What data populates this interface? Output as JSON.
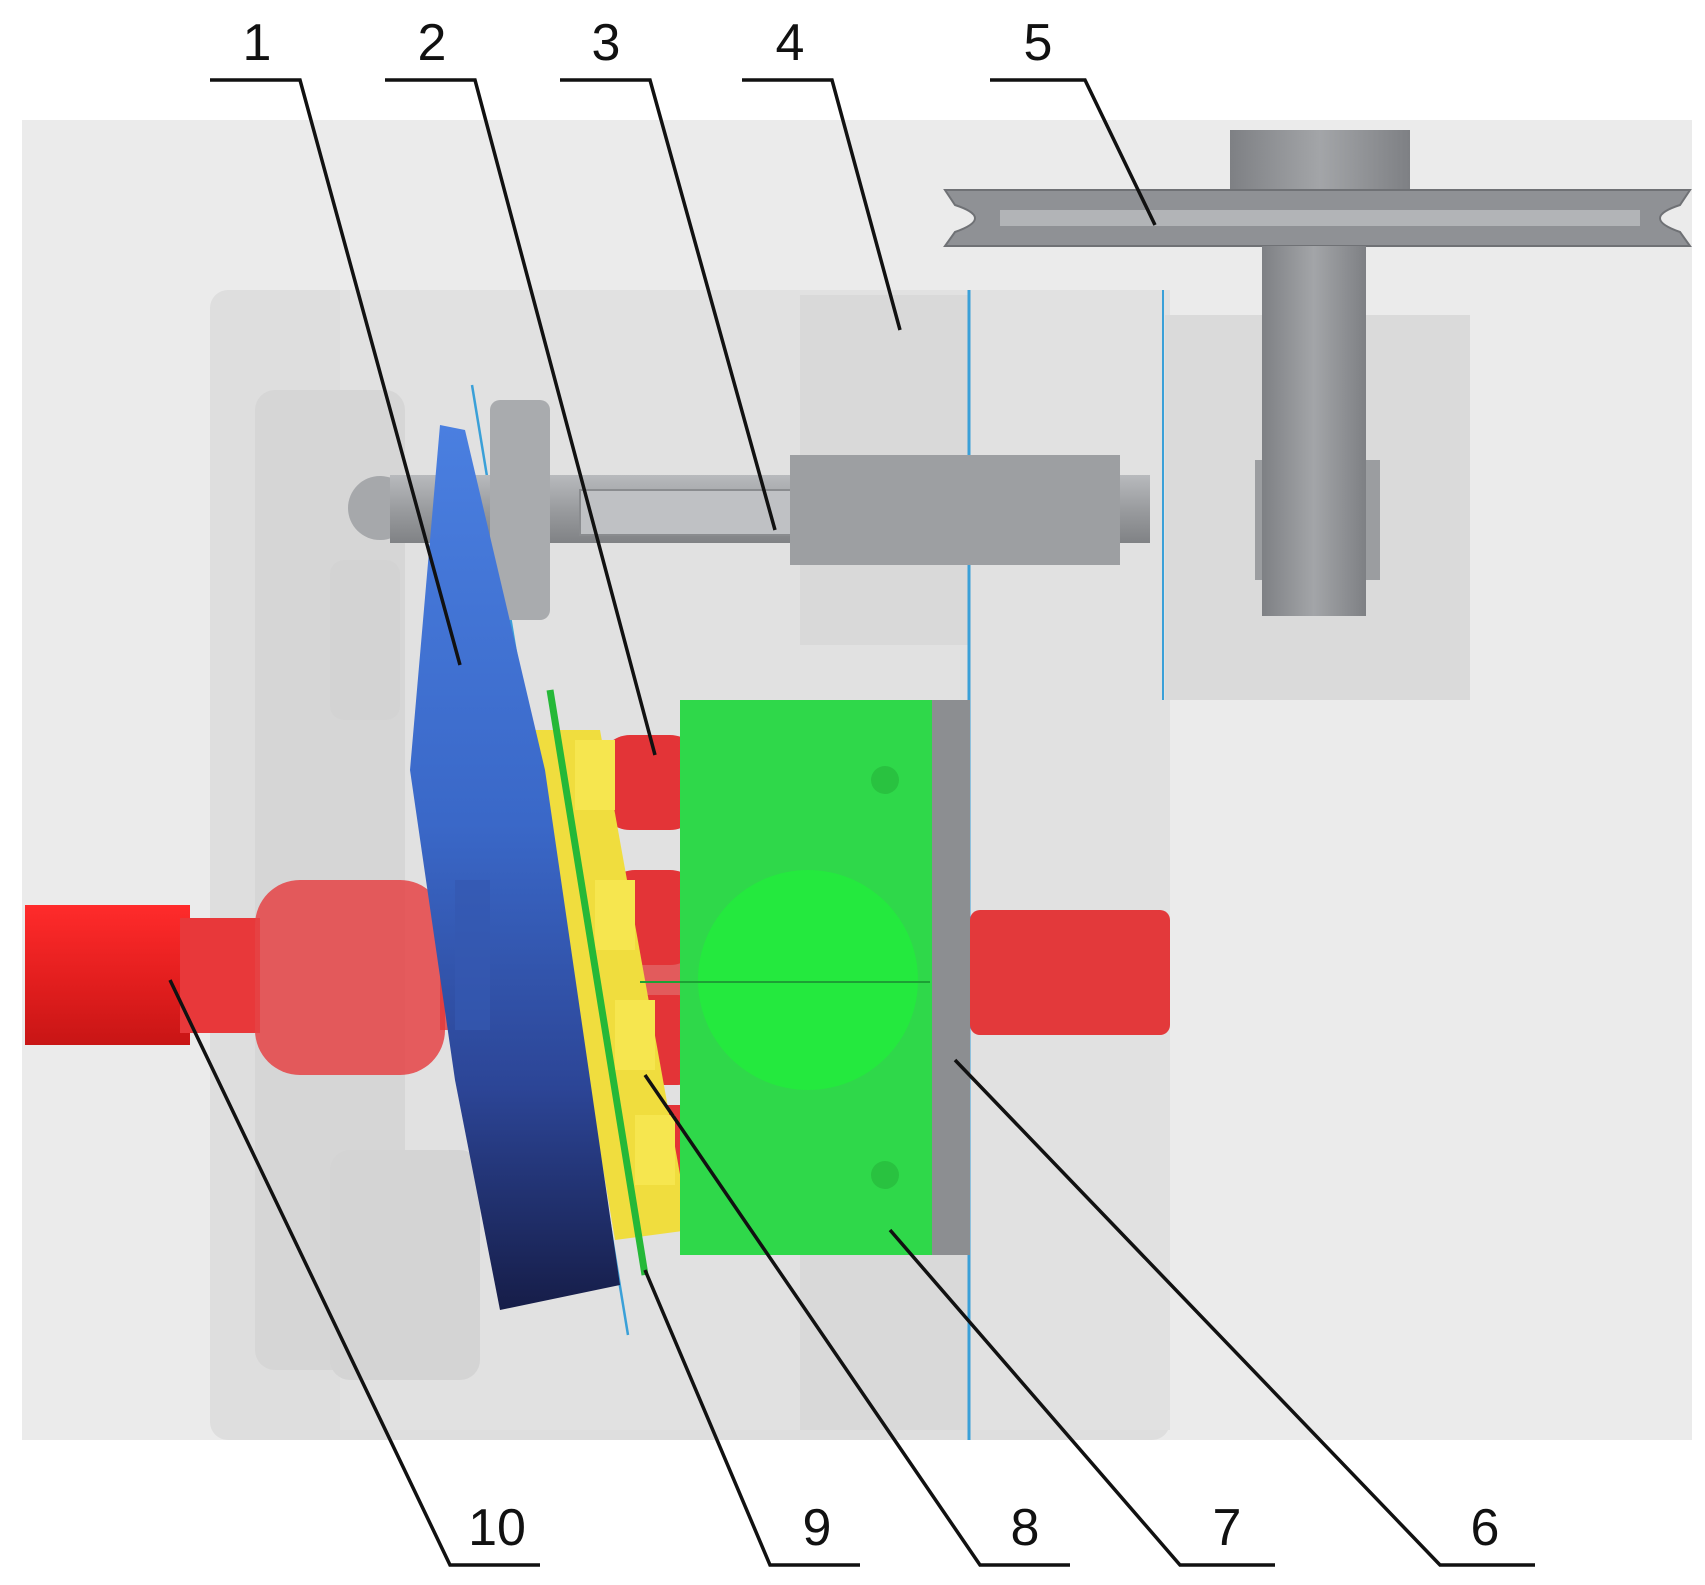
{
  "callouts": [
    {
      "id": "1",
      "label": "1"
    },
    {
      "id": "2",
      "label": "2"
    },
    {
      "id": "3",
      "label": "3"
    },
    {
      "id": "4",
      "label": "4"
    },
    {
      "id": "5",
      "label": "5"
    },
    {
      "id": "6",
      "label": "6"
    },
    {
      "id": "7",
      "label": "7"
    },
    {
      "id": "8",
      "label": "8"
    },
    {
      "id": "9",
      "label": "9"
    },
    {
      "id": "10",
      "label": "10"
    }
  ],
  "colors": {
    "housing": "#e3e3e3",
    "housing_shade": "#d2d2d2",
    "swashplate": "#3f6fcf",
    "swashplate_dark": "#1e2a5e",
    "shaft": "#e8262a",
    "pistons": "#e3393c",
    "slippers": "#f1e24a",
    "cylinder_block": "#2fd84a",
    "control_rod": "#a4a6a9",
    "pulley": "#8e9094",
    "section_line": "#3aa0d8"
  }
}
